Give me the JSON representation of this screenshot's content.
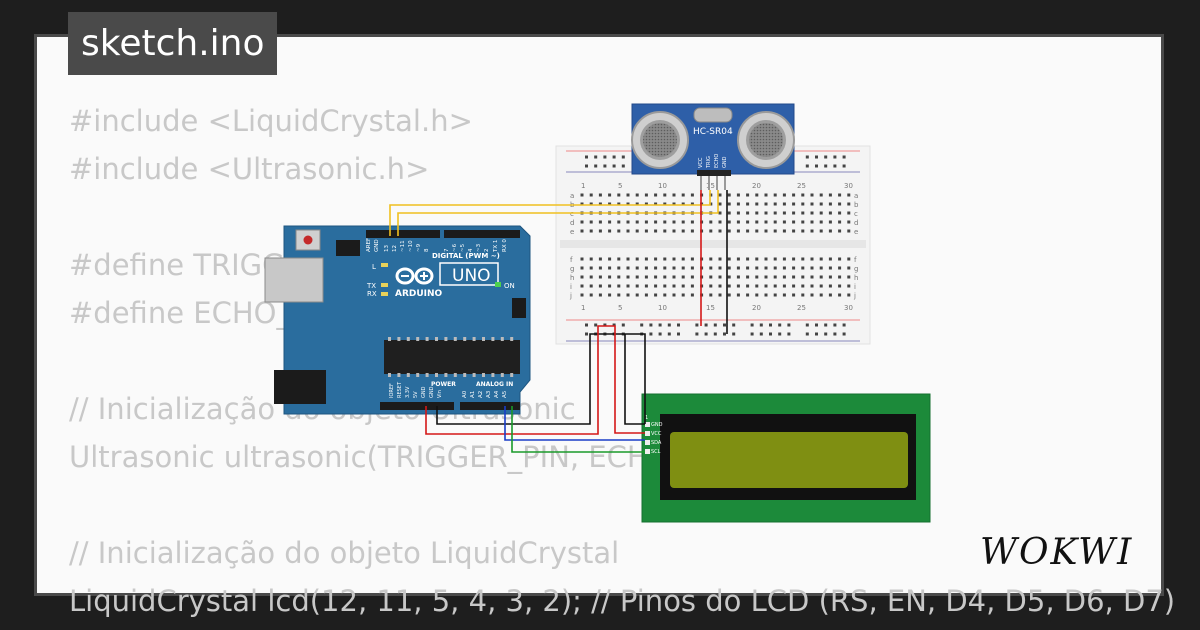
{
  "sketch": {
    "filename": "sketch.ino"
  },
  "code_lines": [
    "#include <LiquidCrystal.h>",
    "#include <Ultrasonic.h>",
    "",
    "#define TRIGGER_PIN 12",
    "#define ECHO_PIN 13",
    "",
    "// Inicialização do objeto Ultrasonic",
    "Ultrasonic ultrasonic(TRIGGER_PIN, ECHO_PIN);",
    "",
    "// Inicialização do objeto LiquidCrystal",
    "LiquidCrystal lcd(12, 11, 5, 4, 3, 2); // Pinos do LCD (RS, EN, D4, D5, D6, D7)"
  ],
  "arduino": {
    "model": "UNO",
    "brand": "ARDUINO",
    "label_digital": "DIGITAL (PWM ~)",
    "label_power": "POWER",
    "label_analog": "ANALOG IN",
    "label_on": "ON",
    "label_l": "L",
    "label_tx": "TX",
    "label_rx": "RX",
    "digital_pins": [
      "AREF",
      "GND",
      "13",
      "12",
      "~11",
      "~10",
      "~9",
      "8",
      "7",
      "~6",
      "~5",
      "4",
      "~3",
      "2",
      "TX 1",
      "RX 0"
    ],
    "power_pins": [
      "IOREF",
      "RESET",
      "3.3V",
      "5V",
      "GND",
      "GND",
      "Vin"
    ],
    "analog_pins": [
      "A0",
      "A1",
      "A2",
      "A3",
      "A4",
      "A5"
    ]
  },
  "sensor": {
    "model": "HC-SR04",
    "pins": [
      "VCC",
      "TRIG",
      "ECHO",
      "GND"
    ]
  },
  "breadboard": {
    "column_numbers": [
      "1",
      "5",
      "10",
      "15",
      "20",
      "25",
      "30"
    ],
    "row_letters_top": [
      "a",
      "b",
      "c",
      "d",
      "e"
    ],
    "row_letters_bottom": [
      "f",
      "g",
      "h",
      "i",
      "j"
    ]
  },
  "lcd": {
    "pin_one": "1",
    "pins": [
      "GND",
      "VCC",
      "SDA",
      "SCL"
    ]
  },
  "colors": {
    "background": "#1e1e1e",
    "card": "#fafafa",
    "code_text": "#c8c8c8",
    "arduino_board": "#2a6d9e",
    "sensor_board": "#2e5fa8",
    "lcd_pcb": "#1c8a3a",
    "lcd_screen": "#7f8f12",
    "wire_yellow": "#f0c020",
    "wire_red": "#d41818",
    "wire_black": "#111111",
    "wire_blue": "#1a3cc8",
    "wire_green": "#1a9a2a"
  },
  "branding": {
    "logo": "WOKWI"
  }
}
